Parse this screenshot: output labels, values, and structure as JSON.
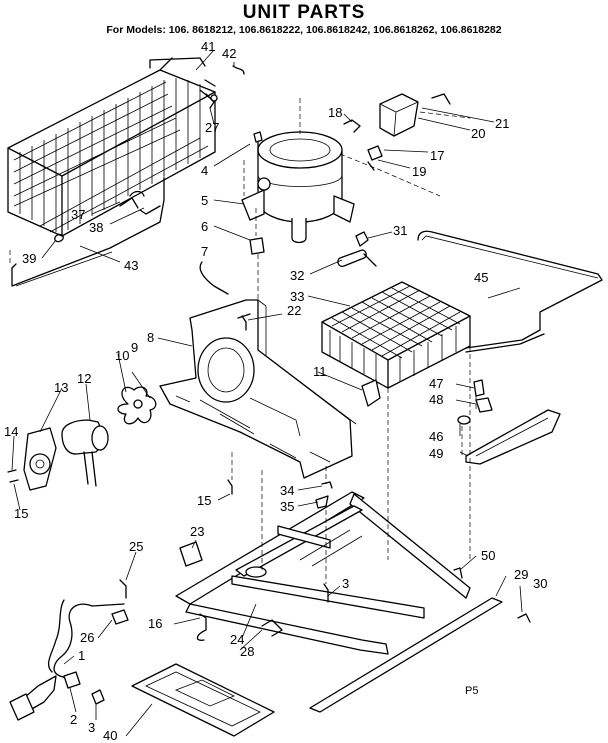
{
  "title": "UNIT PARTS",
  "subtitle": "For Models: 106. 8618212, 106.8618222, 106.8618242, 106.8618262, 106.8618282",
  "page_ref": "P5",
  "callouts": [
    {
      "id": "c41",
      "text": "41"
    },
    {
      "id": "c42",
      "text": "42"
    },
    {
      "id": "c27",
      "text": "27"
    },
    {
      "id": "c18",
      "text": "18"
    },
    {
      "id": "c21",
      "text": "21"
    },
    {
      "id": "c20",
      "text": "20"
    },
    {
      "id": "c17",
      "text": "17"
    },
    {
      "id": "c19",
      "text": "19"
    },
    {
      "id": "c4",
      "text": "4"
    },
    {
      "id": "c5",
      "text": "5"
    },
    {
      "id": "c6",
      "text": "6"
    },
    {
      "id": "c31",
      "text": "31"
    },
    {
      "id": "c7",
      "text": "7"
    },
    {
      "id": "c37",
      "text": "37"
    },
    {
      "id": "c38",
      "text": "38"
    },
    {
      "id": "c39",
      "text": "39"
    },
    {
      "id": "c43",
      "text": "43"
    },
    {
      "id": "c32",
      "text": "32"
    },
    {
      "id": "c45",
      "text": "45"
    },
    {
      "id": "c33",
      "text": "33"
    },
    {
      "id": "c22",
      "text": "22"
    },
    {
      "id": "c8",
      "text": "8"
    },
    {
      "id": "c10",
      "text": "10"
    },
    {
      "id": "c9",
      "text": "9"
    },
    {
      "id": "c11",
      "text": "11"
    },
    {
      "id": "c47",
      "text": "47"
    },
    {
      "id": "c13",
      "text": "13"
    },
    {
      "id": "c12",
      "text": "12"
    },
    {
      "id": "c48",
      "text": "48"
    },
    {
      "id": "c46",
      "text": "46"
    },
    {
      "id": "c14",
      "text": "14"
    },
    {
      "id": "c49",
      "text": "49"
    },
    {
      "id": "c15a",
      "text": "15"
    },
    {
      "id": "c15b",
      "text": "15"
    },
    {
      "id": "c34",
      "text": "34"
    },
    {
      "id": "c35",
      "text": "35"
    },
    {
      "id": "c23",
      "text": "23"
    },
    {
      "id": "c25",
      "text": "25"
    },
    {
      "id": "c50",
      "text": "50"
    },
    {
      "id": "c29",
      "text": "29"
    },
    {
      "id": "c30",
      "text": "30"
    },
    {
      "id": "c3a",
      "text": "3"
    },
    {
      "id": "c16",
      "text": "16"
    },
    {
      "id": "c24",
      "text": "24"
    },
    {
      "id": "c26",
      "text": "26"
    },
    {
      "id": "c28",
      "text": "28"
    },
    {
      "id": "c1",
      "text": "1"
    },
    {
      "id": "c2",
      "text": "2"
    },
    {
      "id": "c3b",
      "text": "3"
    },
    {
      "id": "c40",
      "text": "40"
    }
  ]
}
